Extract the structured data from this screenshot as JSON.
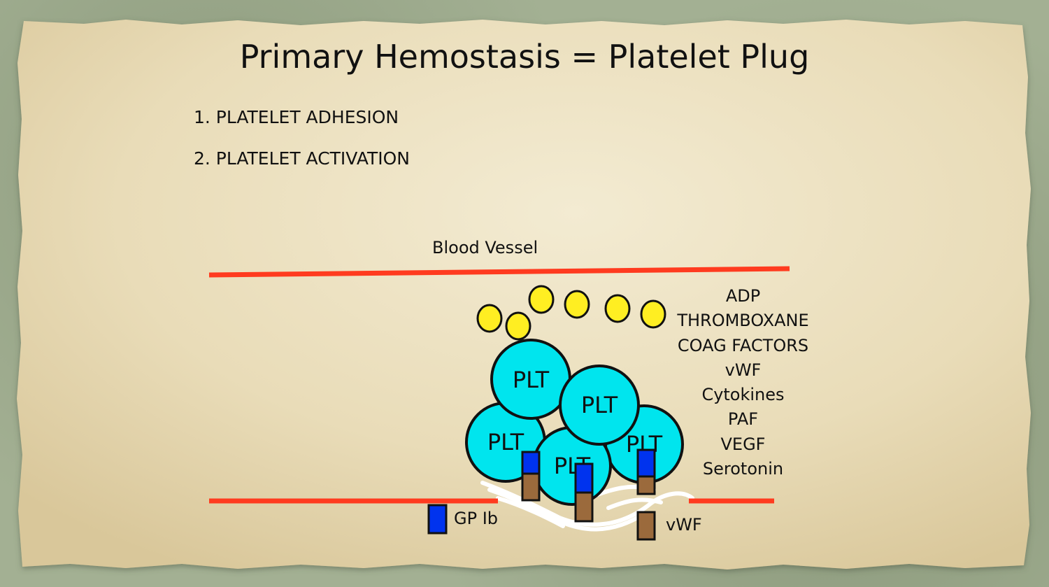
{
  "slide": {
    "title": "Primary Hemostasis = Platelet Plug",
    "steps": [
      "1. PLATELET ADHESION",
      "2. PLATELET ACTIVATION"
    ]
  },
  "diagram": {
    "vessel_label": "Blood Vessel",
    "platelet_label": "PLT",
    "released_substances": [
      "ADP",
      "THROMBOXANE",
      "COAG FACTORS",
      "vWF",
      "Cytokines",
      "PAF",
      "VEGF",
      "Serotonin"
    ],
    "legend": {
      "gp_ib": "GP Ib",
      "vwf": "vWF"
    }
  },
  "colors": {
    "vessel_wall": "#ff3b1f",
    "platelet_fill": "#00e5ee",
    "granule_fill": "#ffee22",
    "gp_ib": "#0033ee",
    "vwf": "#9b6a3c",
    "paper": "#ede2c4",
    "background": "#a3b093"
  }
}
